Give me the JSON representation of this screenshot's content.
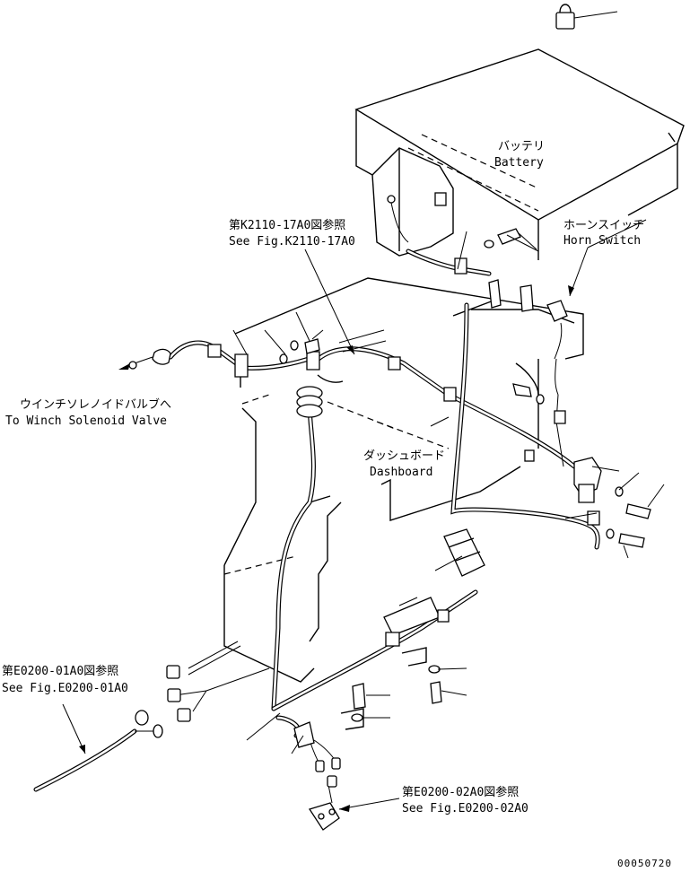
{
  "labels": {
    "battery_jp": "バッテリ",
    "battery_en": "Battery",
    "horn_jp": "ホーンスイッチ",
    "horn_en": "Horn Switch",
    "ref_k2110_jp": "第K2110-17A0図参照",
    "ref_k2110_en": "See Fig.K2110-17A0",
    "winch_jp": "ウインチソレノイドバルブへ",
    "winch_en": "To Winch Solenoid Valve",
    "dashboard_jp": "ダッシュボード",
    "dashboard_en": "Dashboard",
    "ref_e0200_01_jp": "第E0200-01A0図参照",
    "ref_e0200_01_en": "See Fig.E0200-01A0",
    "ref_e0200_02_jp": "第E0200-02A0図参照",
    "ref_e0200_02_en": "See Fig.E0200-02A0",
    "drawing_number": "00050720"
  }
}
